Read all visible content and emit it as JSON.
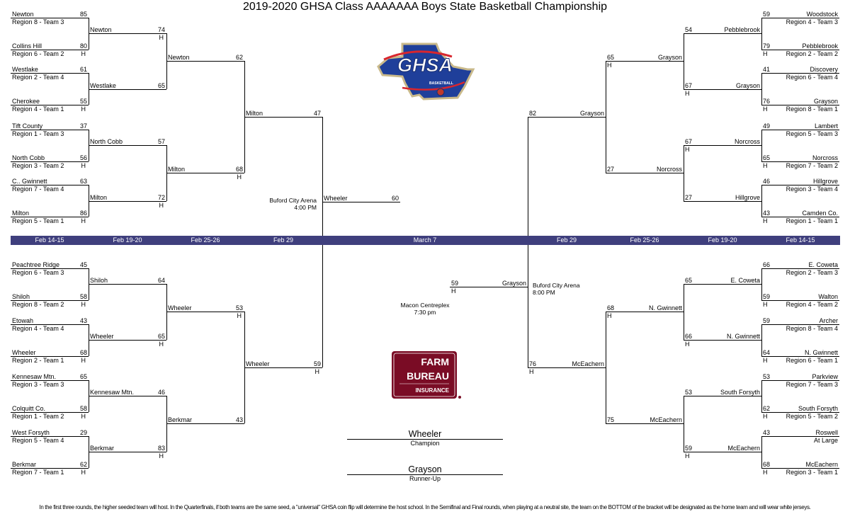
{
  "title": "2019-2020 GHSA Class AAAAAAA Boys State Basketball Championship",
  "colors": {
    "date_bar": "#3f3f7d",
    "farm_bureau": "#7a0c25",
    "ghsa_blue": "#1f3f9a",
    "ghsa_red": "#d8262e"
  },
  "dates": [
    "Feb 14-15",
    "Feb 19-20",
    "Feb 25-26",
    "Feb 29",
    "March 7",
    "Feb 29",
    "Feb 25-26",
    "Feb 19-20",
    "Feb 14-15"
  ],
  "left": {
    "rounds": [
      [
        {
          "name": "Newton",
          "sub": "Region 8 - Team 3",
          "score": "85",
          "host": false
        },
        {
          "name": "Collins Hill",
          "sub": "Region 6 - Team 2",
          "score": "80",
          "host": true
        },
        {
          "name": "Westlake",
          "sub": "Region 2 - Team 4",
          "score": "61",
          "host": false
        },
        {
          "name": "Cherokee",
          "sub": "Region 4 - Team 1",
          "score": "55",
          "host": true
        },
        {
          "name": "Tift County",
          "sub": "Region 1 - Team 3",
          "score": "37",
          "host": false
        },
        {
          "name": "North Cobb",
          "sub": "Region 3 - Team 2",
          "score": "56",
          "host": true
        },
        {
          "name": "C.. Gwinnett",
          "sub": "Region 7 - Team 4",
          "score": "63",
          "host": false
        },
        {
          "name": "Milton",
          "sub": "Region 5 - Team 1",
          "score": "86",
          "host": true
        },
        {
          "name": "Peachtree Ridge",
          "sub": "Region 6 - Team 3",
          "score": "45",
          "host": false
        },
        {
          "name": "Shiloh",
          "sub": "Region 8 - Team 2",
          "score": "58",
          "host": true
        },
        {
          "name": "Etowah",
          "sub": "Region 4 - Team 4",
          "score": "43",
          "host": false
        },
        {
          "name": "Wheeler",
          "sub": "Region 2 - Team 1",
          "score": "68",
          "host": true
        },
        {
          "name": "Kennesaw Mtn.",
          "sub": "Region 3 - Team 3",
          "score": "65",
          "host": false
        },
        {
          "name": "Colquitt Co.",
          "sub": "Region 1 - Team 2",
          "score": "58",
          "host": true
        },
        {
          "name": "West Forsyth",
          "sub": "Region 5 - Team 4",
          "score": "29",
          "host": false
        },
        {
          "name": "Berkmar",
          "sub": "Region 7 - Team 1",
          "score": "62",
          "host": true
        }
      ],
      [
        {
          "name": "Newton",
          "score": "74",
          "host": true
        },
        {
          "name": "Westlake",
          "score": "65",
          "host": false
        },
        {
          "name": "North Cobb",
          "score": "57",
          "host": false
        },
        {
          "name": "Milton",
          "score": "72",
          "host": true
        },
        {
          "name": "Shiloh",
          "score": "64",
          "host": false
        },
        {
          "name": "Wheeler",
          "score": "65",
          "host": true
        },
        {
          "name": "Kennesaw Mtn.",
          "score": "46",
          "host": false
        },
        {
          "name": "Berkmar",
          "score": "83",
          "host": true
        }
      ],
      [
        {
          "name": "Newton",
          "score": "62",
          "host": false
        },
        {
          "name": "Milton",
          "score": "68",
          "host": true
        },
        {
          "name": "Wheeler",
          "score": "53",
          "host": true
        },
        {
          "name": "Berkmar",
          "score": "43",
          "host": false
        }
      ],
      [
        {
          "name": "Milton",
          "score": "47",
          "host": false
        },
        {
          "name": "Wheeler",
          "score": "59",
          "host": true
        }
      ]
    ],
    "final": {
      "name": "Wheeler",
      "score": "60",
      "host": false
    },
    "venue": {
      "name": "Buford City Arena",
      "time": "4:00 PM"
    }
  },
  "right": {
    "rounds": [
      [
        {
          "name": "Woodstock",
          "sub": "Region 4 - Team 3",
          "score": "59",
          "host": false
        },
        {
          "name": "Pebblebrook",
          "sub": "Region 2 - Team 2",
          "score": "79",
          "host": true
        },
        {
          "name": "Discovery",
          "sub": "Region  6 - Team 4",
          "score": "41",
          "host": false
        },
        {
          "name": "Grayson",
          "sub": "Region 8 - Team 1",
          "score": "76",
          "host": true
        },
        {
          "name": "Lambert",
          "sub": "Region 5 - Team 3",
          "score": "49",
          "host": false
        },
        {
          "name": "Norcross",
          "sub": "Region 7 - Team 2",
          "score": "65",
          "host": true
        },
        {
          "name": "Hillgrove",
          "sub": "Region 3 - Team 4",
          "score": "46",
          "host": false
        },
        {
          "name": "Camden Co.",
          "sub": "Region 1 - Team 1",
          "score": "43",
          "host": true
        },
        {
          "name": "E. Coweta",
          "sub": "Region 2 - Team 3",
          "score": "66",
          "host": false
        },
        {
          "name": "Walton",
          "sub": "Region 4 - Team 2",
          "score": "59",
          "host": true
        },
        {
          "name": "Archer",
          "sub": "Region 8 - Team 4",
          "score": "59",
          "host": false
        },
        {
          "name": "N. Gwinnett",
          "sub": "Region 6 - Team 1",
          "score": "64",
          "host": true
        },
        {
          "name": "Parkview",
          "sub": "Region 7 - Team 3",
          "score": "53",
          "host": false
        },
        {
          "name": "South Forsyth",
          "sub": "Region 5 - Team 2",
          "score": "62",
          "host": true
        },
        {
          "name": "Roswell",
          "sub": "At Large",
          "score": "43",
          "host": false
        },
        {
          "name": "McEachern",
          "sub": "Region 3 - Team 1",
          "score": "68",
          "host": true
        }
      ],
      [
        {
          "name": "Pebblebrook",
          "score": "54",
          "host": false
        },
        {
          "name": "Grayson",
          "score": "67",
          "host": true
        },
        {
          "name": "Norcross",
          "score": "67",
          "host": true
        },
        {
          "name": "Hillgrove",
          "score": "27",
          "host": false
        },
        {
          "name": "E. Coweta",
          "score": "65",
          "host": false
        },
        {
          "name": "N. Gwinnett",
          "score": "66",
          "host": true
        },
        {
          "name": "South Forsyth",
          "score": "53",
          "host": false
        },
        {
          "name": "McEachern",
          "score": "59",
          "host": true
        }
      ],
      [
        {
          "name": "Grayson",
          "score": "65",
          "host": true
        },
        {
          "name": "Norcross",
          "score": "27",
          "host": false
        },
        {
          "name": "N. Gwinnett",
          "score": "68",
          "host": true
        },
        {
          "name": "McEachern",
          "score": "75",
          "host": false
        }
      ],
      [
        {
          "name": "Grayson",
          "score": "82",
          "host": false
        },
        {
          "name": "McEachern",
          "score": "76",
          "host": true
        }
      ]
    ],
    "final": {
      "name": "Grayson",
      "score": "59",
      "host": true
    },
    "venue": {
      "name": "Buford City Arena",
      "time": "8:00 PM"
    }
  },
  "host_marker": "H",
  "championship": {
    "venue": "Macon Centreplex",
    "time": "7:30 pm"
  },
  "champion": {
    "name": "Wheeler",
    "label": "Champion"
  },
  "runner_up": {
    "name": "Grayson",
    "label": "Runner-Up"
  },
  "logos": {
    "ghsa": "GHSA",
    "ghsa_sub": "BASKETBALL",
    "fb_line1": "FARM",
    "fb_line2": "BUREAU",
    "fb_line3": "INSURANCE"
  },
  "footnote": "In the first three rounds, the higher seeded team will host. In the Quarterfinals, if both teams are the same seed, a \"universal\" GHSA coin flip will determine the host school. In the Semifinal and Final rounds, when playing at a neutral site, the team on the BOTTOM of the bracket will be designated as the home team and will wear white jerseys."
}
